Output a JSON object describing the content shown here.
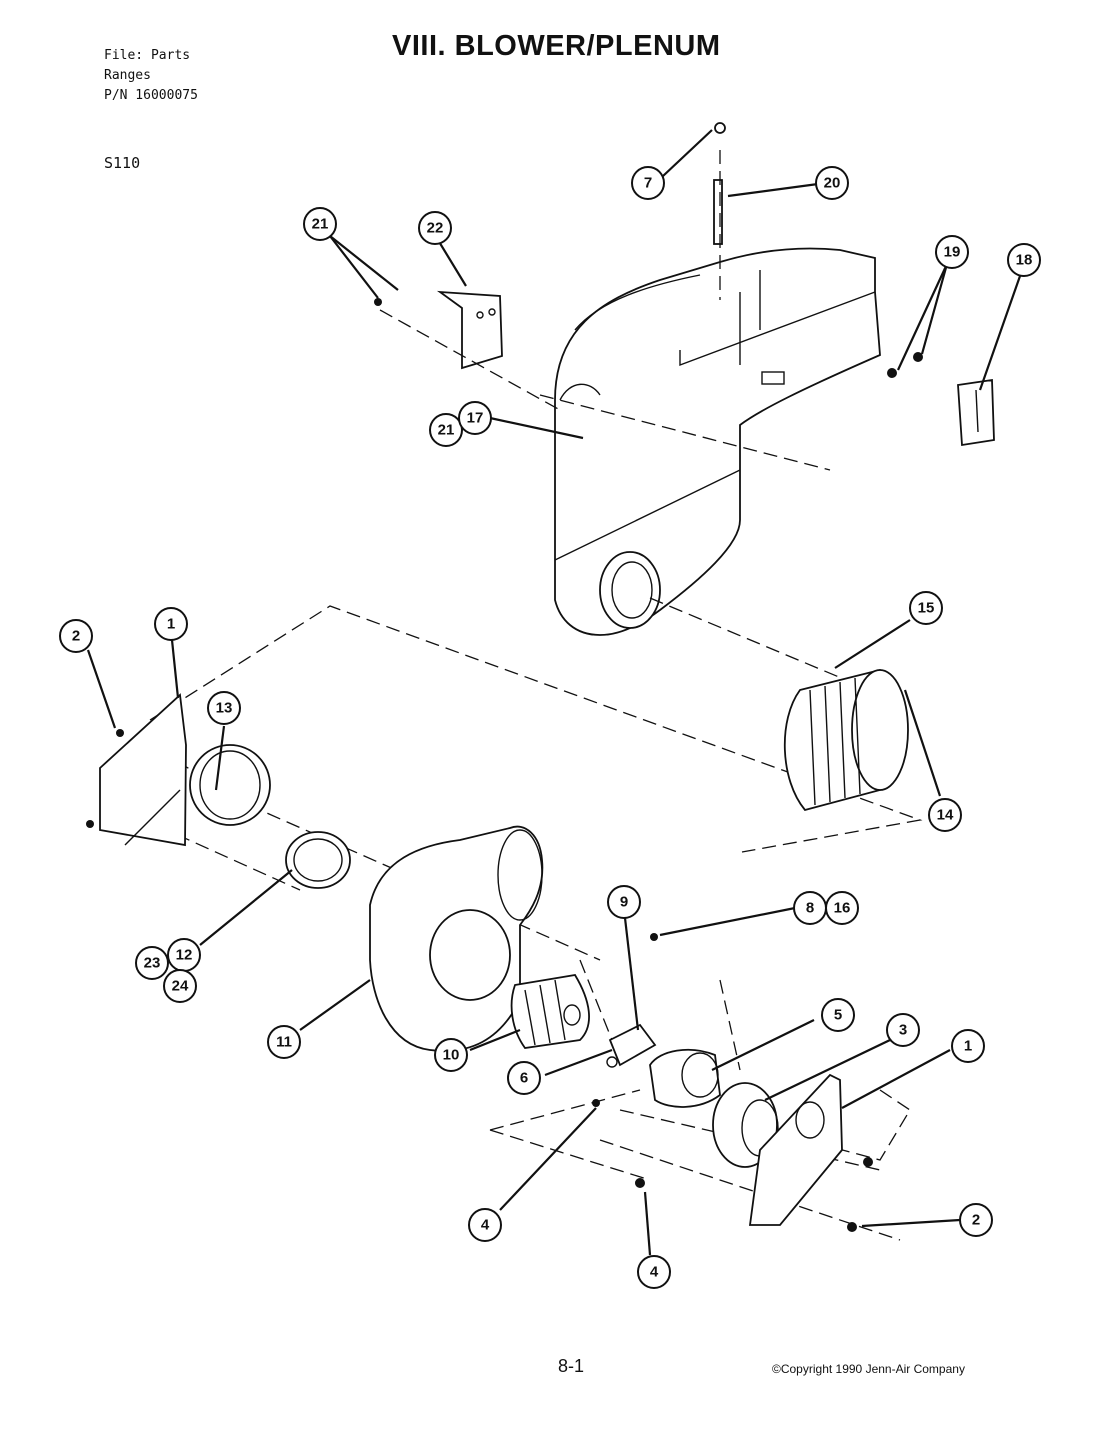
{
  "header": {
    "file_line": "File: Parts",
    "category_line": "Ranges",
    "pn_line": "P/N 16000075",
    "model": "S110",
    "title": "VIII. BLOWER/PLENUM"
  },
  "footer": {
    "page_number": "8-1",
    "copyright": "©Copyright 1990 Jenn-Air Company"
  },
  "callouts": [
    {
      "label": "7"
    },
    {
      "label": "20"
    },
    {
      "label": "21"
    },
    {
      "label": "22"
    },
    {
      "label": "19"
    },
    {
      "label": "18"
    },
    {
      "label": "21"
    },
    {
      "label": "17"
    },
    {
      "label": "15"
    },
    {
      "label": "2"
    },
    {
      "label": "1"
    },
    {
      "label": "13"
    },
    {
      "label": "14"
    },
    {
      "label": "9"
    },
    {
      "label": "8"
    },
    {
      "label": "16"
    },
    {
      "label": "23"
    },
    {
      "label": "12"
    },
    {
      "label": "24"
    },
    {
      "label": "11"
    },
    {
      "label": "5"
    },
    {
      "label": "3"
    },
    {
      "label": "1"
    },
    {
      "label": "10"
    },
    {
      "label": "6"
    },
    {
      "label": "4"
    },
    {
      "label": "2"
    },
    {
      "label": "4"
    }
  ]
}
